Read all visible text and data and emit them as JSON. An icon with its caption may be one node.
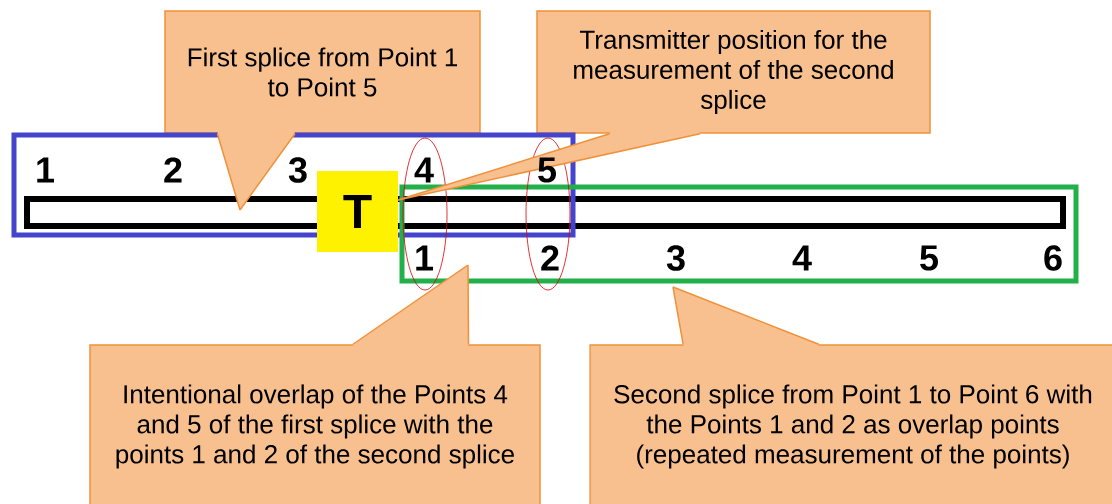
{
  "diagram": {
    "nodes": [
      {
        "text": [
          "First splice from Point 1 to Point 5"
        ]
      },
      {
        "text": [
          "Transmitter position for the measurement of the second splice"
        ]
      },
      {
        "text": [],
        "shape": "box"
      },
      {
        "text": [],
        "shape": "box"
      },
      {
        "text": [
          "T"
        ]
      },
      {
        "text": [
          "Intentional overlap of the Points 4 and 5 of the first splice with the points 1 and 2 of the second splice"
        ]
      },
      {
        "text": [
          "Second splice from Point 1 to Point 6 with the Points 1 and 2 as overlap points (repeated measurement of the points)"
        ]
      }
    ],
    "edges": [
      {
        "from": 0,
        "to": 2,
        "arrow": "none"
      },
      {
        "from": 1,
        "to": 4,
        "arrow": "none"
      },
      {
        "from": 5,
        "to": 3,
        "arrow": "none"
      },
      {
        "from": 6,
        "to": 3,
        "arrow": "none"
      }
    ],
    "labels": [
      "1",
      "2",
      "3",
      "4",
      "5",
      "1",
      "2",
      "3",
      "4",
      "5",
      "6"
    ]
  }
}
